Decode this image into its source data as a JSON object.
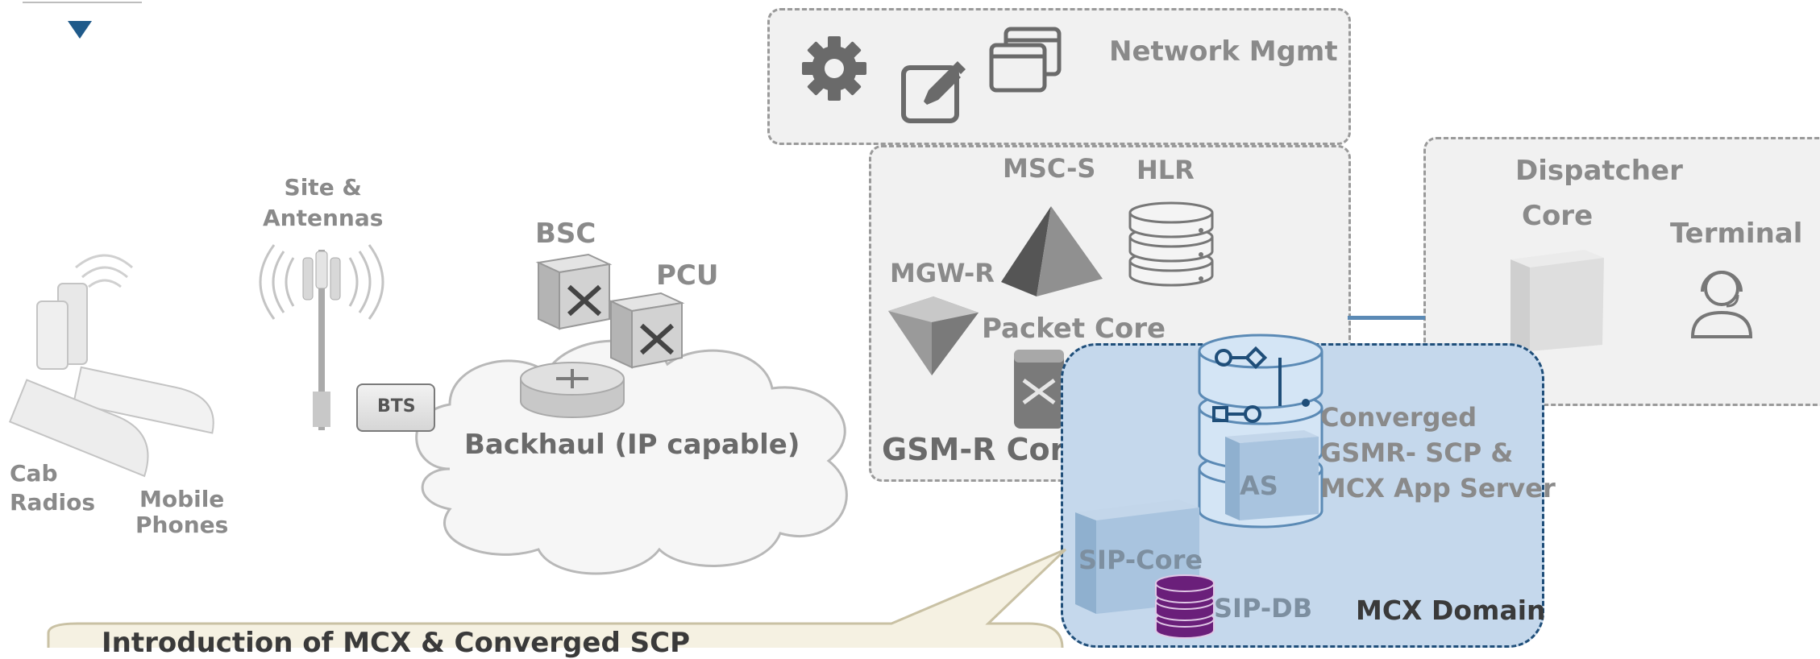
{
  "network_mgmt": {
    "title": "Network Mgmt"
  },
  "gsmr_core": {
    "title": "GSM-R Core",
    "msc_s": "MSC-S",
    "hlr": "HLR",
    "mgw_r": "MGW-R",
    "packet_core": "Packet Core"
  },
  "dispatcher": {
    "title": "Dispatcher",
    "core": "Core",
    "terminal": "Terminal"
  },
  "mcx": {
    "domain": "MCX Domain",
    "converged_label": "Converged\nGSMR- SCP &\nMCX App Server",
    "as": "AS",
    "sip_core": "SIP-Core",
    "sip_db": "SIP-DB"
  },
  "access": {
    "site_antennas": "Site &\nAntennas",
    "bsc": "BSC",
    "pcu": "PCU",
    "bts": "BTS",
    "backhaul": "Backhaul (IP capable)",
    "cab_radios": "Cab\nRadios",
    "mobile_phones": "Mobile\nPhones"
  },
  "callout": {
    "text": "Introduction of MCX & Converged SCP"
  },
  "colors": {
    "mcx_border": "#1f4e79",
    "mcx_fill": "#c5d8ec",
    "gray_text": "#8a8a8a",
    "sipdb": "#6a1f7a"
  }
}
